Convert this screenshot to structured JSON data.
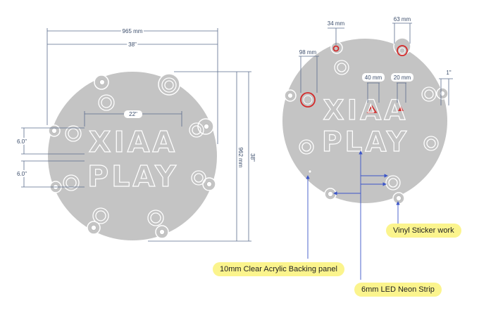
{
  "left_view": {
    "width_mm": "965 mm",
    "width_in": "38\"",
    "height_mm": "962 mm",
    "height_in": "38\"",
    "text_width_in": "22\"",
    "line1_height": "6.0\"",
    "line2_height": "6.0\""
  },
  "right_view": {
    "hole_34": "34 mm",
    "hole_63": "63 mm",
    "hole_98": "98 mm",
    "tri_40": "40 mm",
    "tri_20": "20 mm",
    "edge_1in": "1\""
  },
  "sign_text": {
    "line1": "XIAA",
    "line2": "PLAY"
  },
  "callouts": {
    "vinyl": "Vinyl Sticker work",
    "acrylic": "10mm Clear Acrylic Backing panel",
    "neon": "6mm LED Neon Strip"
  },
  "colors": {
    "panel": "#c4c4c4",
    "highlight": "#d42a2a",
    "dimension": "#3b4d6b",
    "callout_bg": "#fbf48d"
  }
}
